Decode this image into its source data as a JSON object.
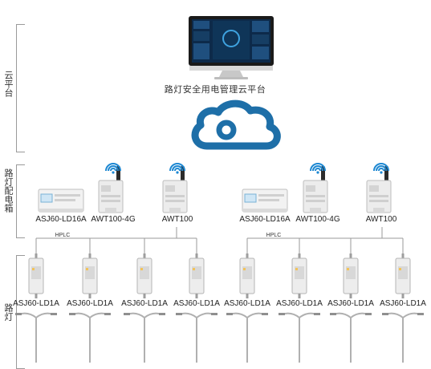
{
  "tiers": {
    "cloud": "云平台",
    "cabinet": "路灯配电箱",
    "streetlight": "路灯"
  },
  "cloud_platform": {
    "name": "路灯安全用电管理云平台"
  },
  "cabinet_groups": [
    {
      "devices": [
        "ASJ60-LD16A",
        "AWT100-4G",
        "AWT100"
      ],
      "bus_label": "HPLC",
      "lights": [
        "ASJ60-LD1A",
        "ASJ60-LD1A",
        "ASJ60-LD1A",
        "ASJ60-LD1A"
      ]
    },
    {
      "devices": [
        "ASJ60-LD16A",
        "AWT100-4G",
        "AWT100"
      ],
      "bus_label": "HPLC",
      "lights": [
        "ASJ60-LD1A",
        "ASJ60-LD1A",
        "ASJ60-LD1A",
        "ASJ60-LD1A"
      ]
    }
  ],
  "colors": {
    "cloud_blue": "#1e6fa8",
    "wifi_blue": "#1e88d2",
    "line_gray": "#9a9a9a"
  }
}
